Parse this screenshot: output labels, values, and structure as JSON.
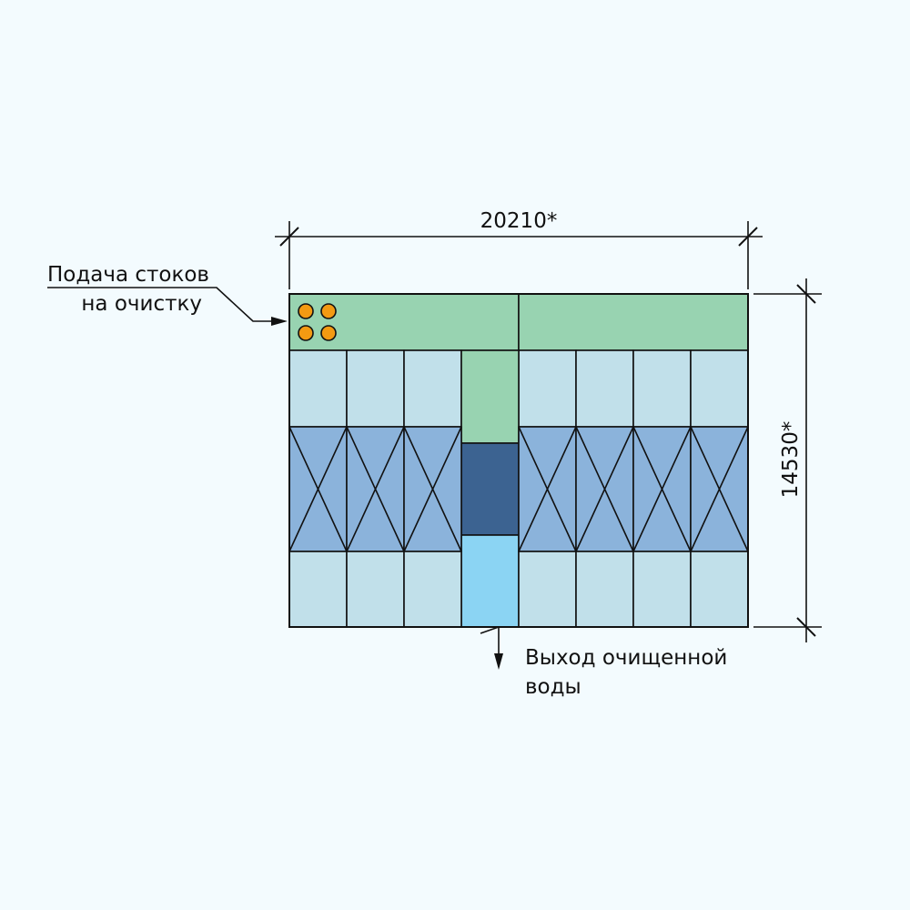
{
  "diagram": {
    "dimensions": {
      "width_label": "20210*",
      "height_label": "14530*"
    },
    "labels": {
      "inlet_line1": "Подача стоков",
      "inlet_line2": "на очистку",
      "outlet_line1": "Выход очищенной",
      "outlet_line2": "воды"
    },
    "colors": {
      "inlet_channel": "#98d3b1",
      "tank_cell": "#c1e0ea",
      "filter_cell": "#8bb3db",
      "central_dark": "#3c6391",
      "central_outlet": "#8bd4f3",
      "pipe_marker": "#f39a12",
      "line": "#111111"
    }
  }
}
